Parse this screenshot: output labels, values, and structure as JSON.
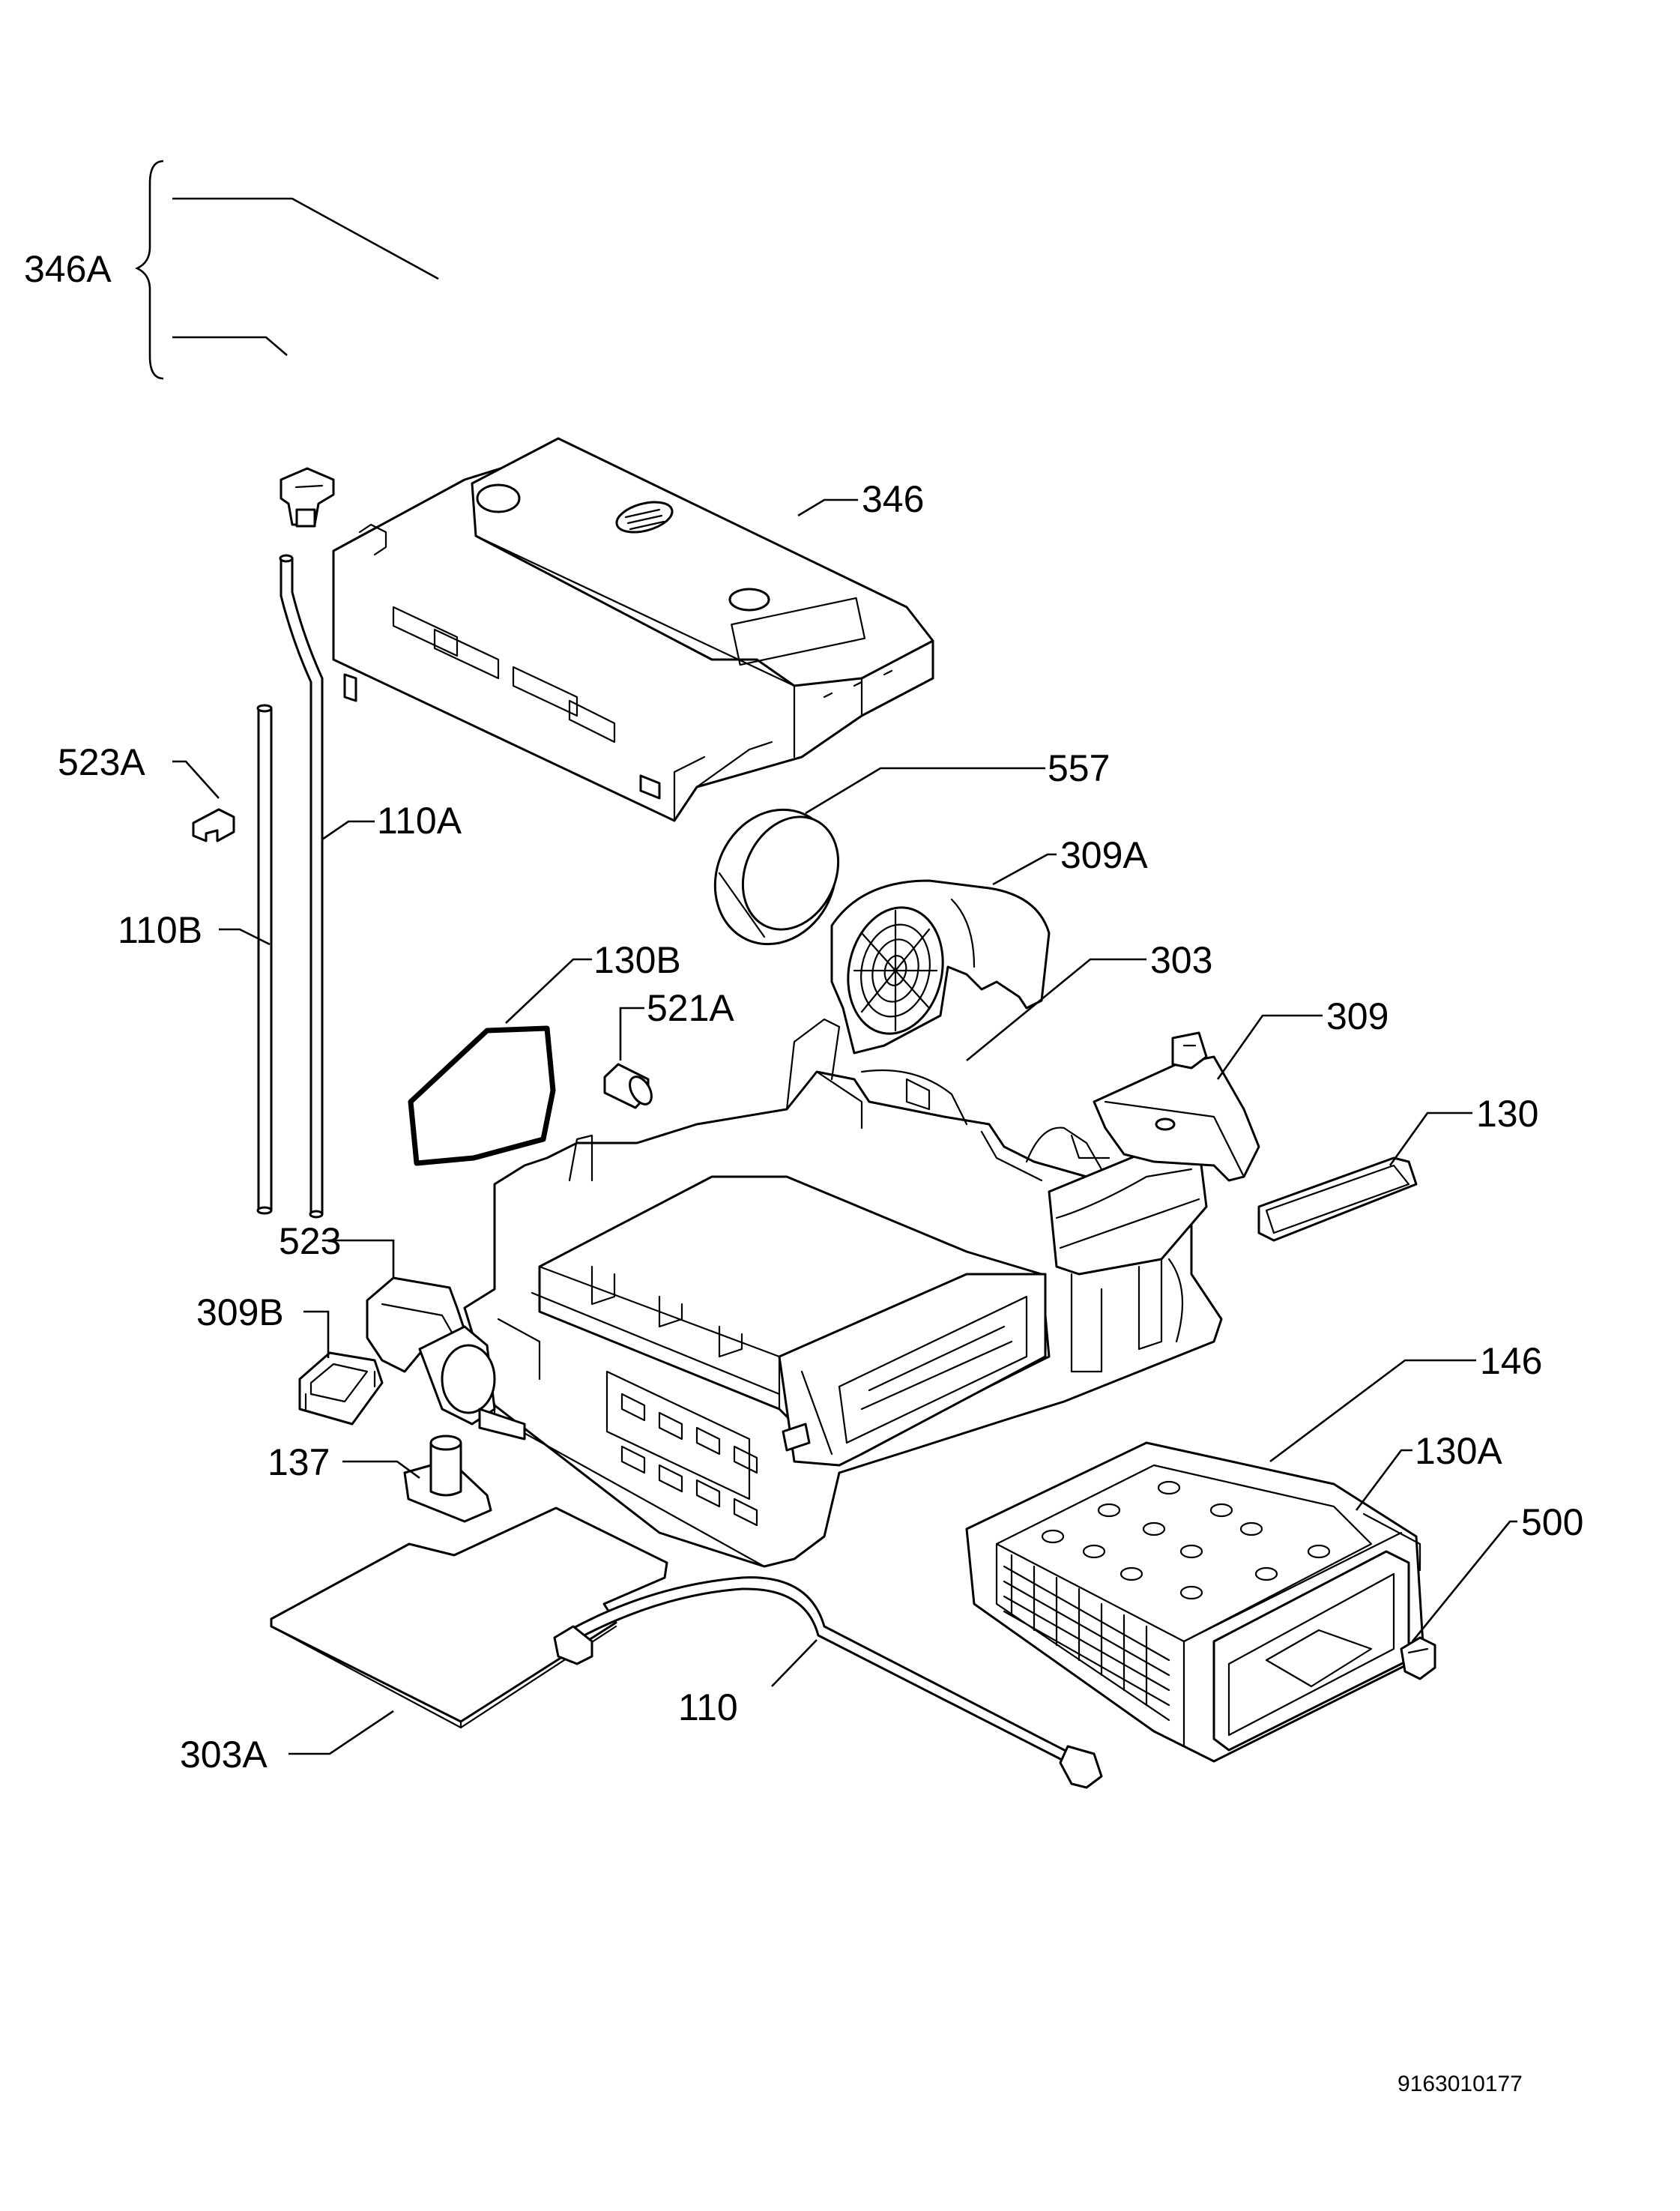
{
  "labels": {
    "l346A": "346A",
    "l346": "346",
    "l557": "557",
    "l523A": "523A",
    "l110A": "110A",
    "l309A": "309A",
    "l110B": "110B",
    "l130B": "130B",
    "l303": "303",
    "l521A": "521A",
    "l309": "309",
    "l130": "130",
    "l523": "523",
    "l309B": "309B",
    "l146": "146",
    "l130A": "130A",
    "l137": "137",
    "l500": "500",
    "l110": "110",
    "l303A": "303A"
  },
  "document_number": "9163010177"
}
